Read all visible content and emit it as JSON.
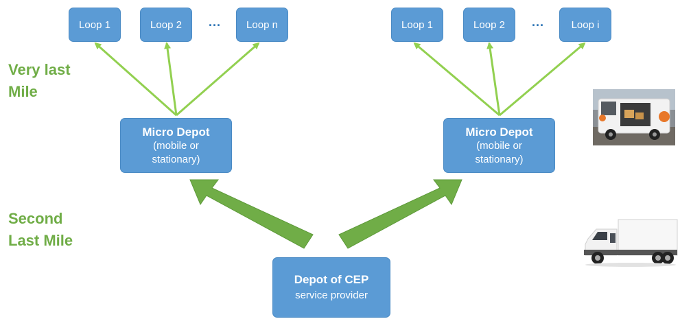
{
  "left_group": {
    "loops": [
      "Loop 1",
      "Loop 2",
      "Loop n"
    ],
    "ellipsis": "...",
    "micro_depot": {
      "title": "Micro Depot",
      "line1": "(mobile or",
      "line2": "stationary)"
    }
  },
  "right_group": {
    "loops": [
      "Loop 1",
      "Loop 2",
      "Loop i"
    ],
    "ellipsis": "...",
    "micro_depot": {
      "title": "Micro Depot",
      "line1": "(mobile or",
      "line2": "stationary)"
    }
  },
  "cep_depot": {
    "title": "Depot of CEP",
    "subtitle": "service provider"
  },
  "labels": {
    "very_last_mile": "Very last\nMile",
    "second_last_mile": "Second\nLast Mile"
  },
  "colors": {
    "box_fill": "#5b9bd5",
    "label_green": "#70ad47",
    "arrow_green": "#70ad47",
    "thin_arrow": "#92d050"
  },
  "images": [
    "delivery-van-photo",
    "box-truck-photo"
  ]
}
